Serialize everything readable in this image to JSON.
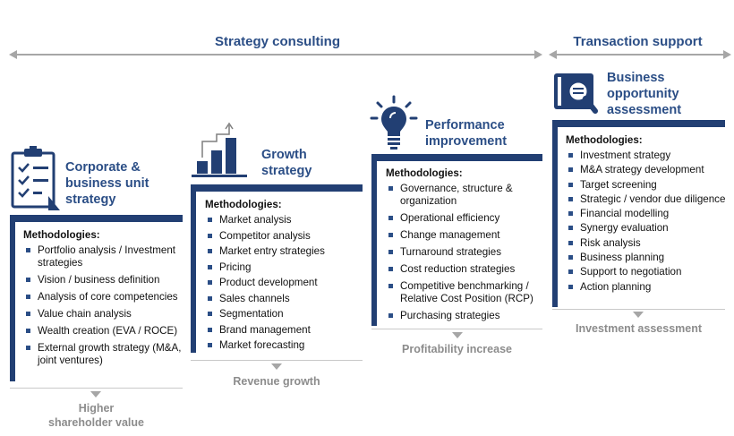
{
  "header": {
    "strategy_consulting": "Strategy consulting",
    "transaction_support": "Transaction support"
  },
  "columns": [
    {
      "title": [
        "Corporate &",
        "business unit",
        "strategy"
      ],
      "icon": "checklist-icon",
      "methodologies_label": "Methodologies:",
      "items": [
        "Portfolio analysis / Investment strategies",
        "Vision / business definition",
        "Analysis of core competencies",
        "Value chain analysis",
        "Wealth creation (EVA / ROCE)",
        "External growth strategy (M&A, joint ventures)"
      ],
      "outcome": [
        "Higher",
        "shareholder value"
      ]
    },
    {
      "title": [
        "Growth",
        "strategy"
      ],
      "icon": "bar-chart-growth-icon",
      "methodologies_label": "Methodologies:",
      "items": [
        "Market analysis",
        "Competitor analysis",
        "Market entry strategies",
        "Pricing",
        "Product development",
        "Sales channels",
        "Segmentation",
        "Brand management",
        "Market forecasting"
      ],
      "outcome": [
        "Revenue growth"
      ]
    },
    {
      "title": [
        "Performance",
        "improvement"
      ],
      "icon": "lightbulb-icon",
      "methodologies_label": "Methodologies:",
      "items": [
        "Governance, structure & organization",
        "Operational efficiency",
        "Change management",
        "Turnaround strategies",
        "Cost reduction strategies",
        "Competitive benchmarking / Relative Cost Position (RCP)",
        "Purchasing strategies"
      ],
      "outcome": [
        "Profitability increase"
      ]
    },
    {
      "title": [
        "Business",
        "opportunity",
        "assessment"
      ],
      "icon": "magnifier-document-icon",
      "methodologies_label": "Methodologies:",
      "items": [
        "Investment strategy",
        "M&A strategy development",
        "Target screening",
        "Strategic / vendor due diligence",
        "Financial modelling",
        "Synergy evaluation",
        "Risk analysis",
        "Business planning",
        "Support to negotiation",
        "Action planning"
      ],
      "outcome": [
        "Investment assessment"
      ]
    }
  ],
  "colors": {
    "title": "#2b4e86",
    "bar": "#223f73",
    "arrow": "#a6a6a6",
    "outcome": "#8c8c8c"
  }
}
